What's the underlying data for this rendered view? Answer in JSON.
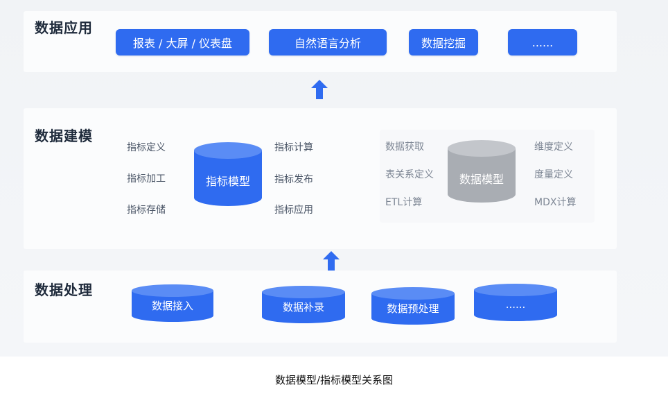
{
  "layers": {
    "application": {
      "title": "数据应用",
      "buttons": [
        "报表 / 大屏 / 仪表盘",
        "自然语言分析",
        "数据挖掘",
        "......"
      ]
    },
    "modeling": {
      "title": "数据建模",
      "metric_model": {
        "name": "指标模型",
        "left_items": [
          "指标定义",
          "指标加工",
          "指标存储"
        ],
        "right_items": [
          "指标计算",
          "指标发布",
          "指标应用"
        ]
      },
      "data_model": {
        "name": "数据模型",
        "left_items": [
          "数据获取",
          "表关系定义",
          "ETL计算"
        ],
        "right_items": [
          "维度定义",
          "度量定义",
          "MDX计算"
        ]
      }
    },
    "processing": {
      "title": "数据处理",
      "stores": [
        "数据接入",
        "数据补录",
        "数据预处理",
        "......"
      ]
    }
  },
  "caption": "数据模型/指标模型关系图",
  "colors": {
    "accent_blue": "#2f6bf0",
    "cylinder_gray": "#a9adb3",
    "title_text": "#1e2a3b"
  }
}
